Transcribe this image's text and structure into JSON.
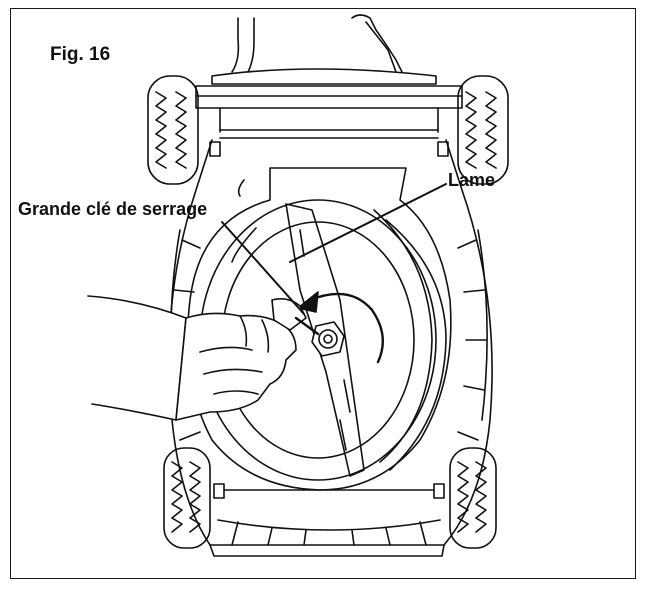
{
  "figure": {
    "title": "Fig. 16",
    "labels": {
      "blade": "Lame",
      "wrench": "Grande clé de serrage"
    }
  }
}
